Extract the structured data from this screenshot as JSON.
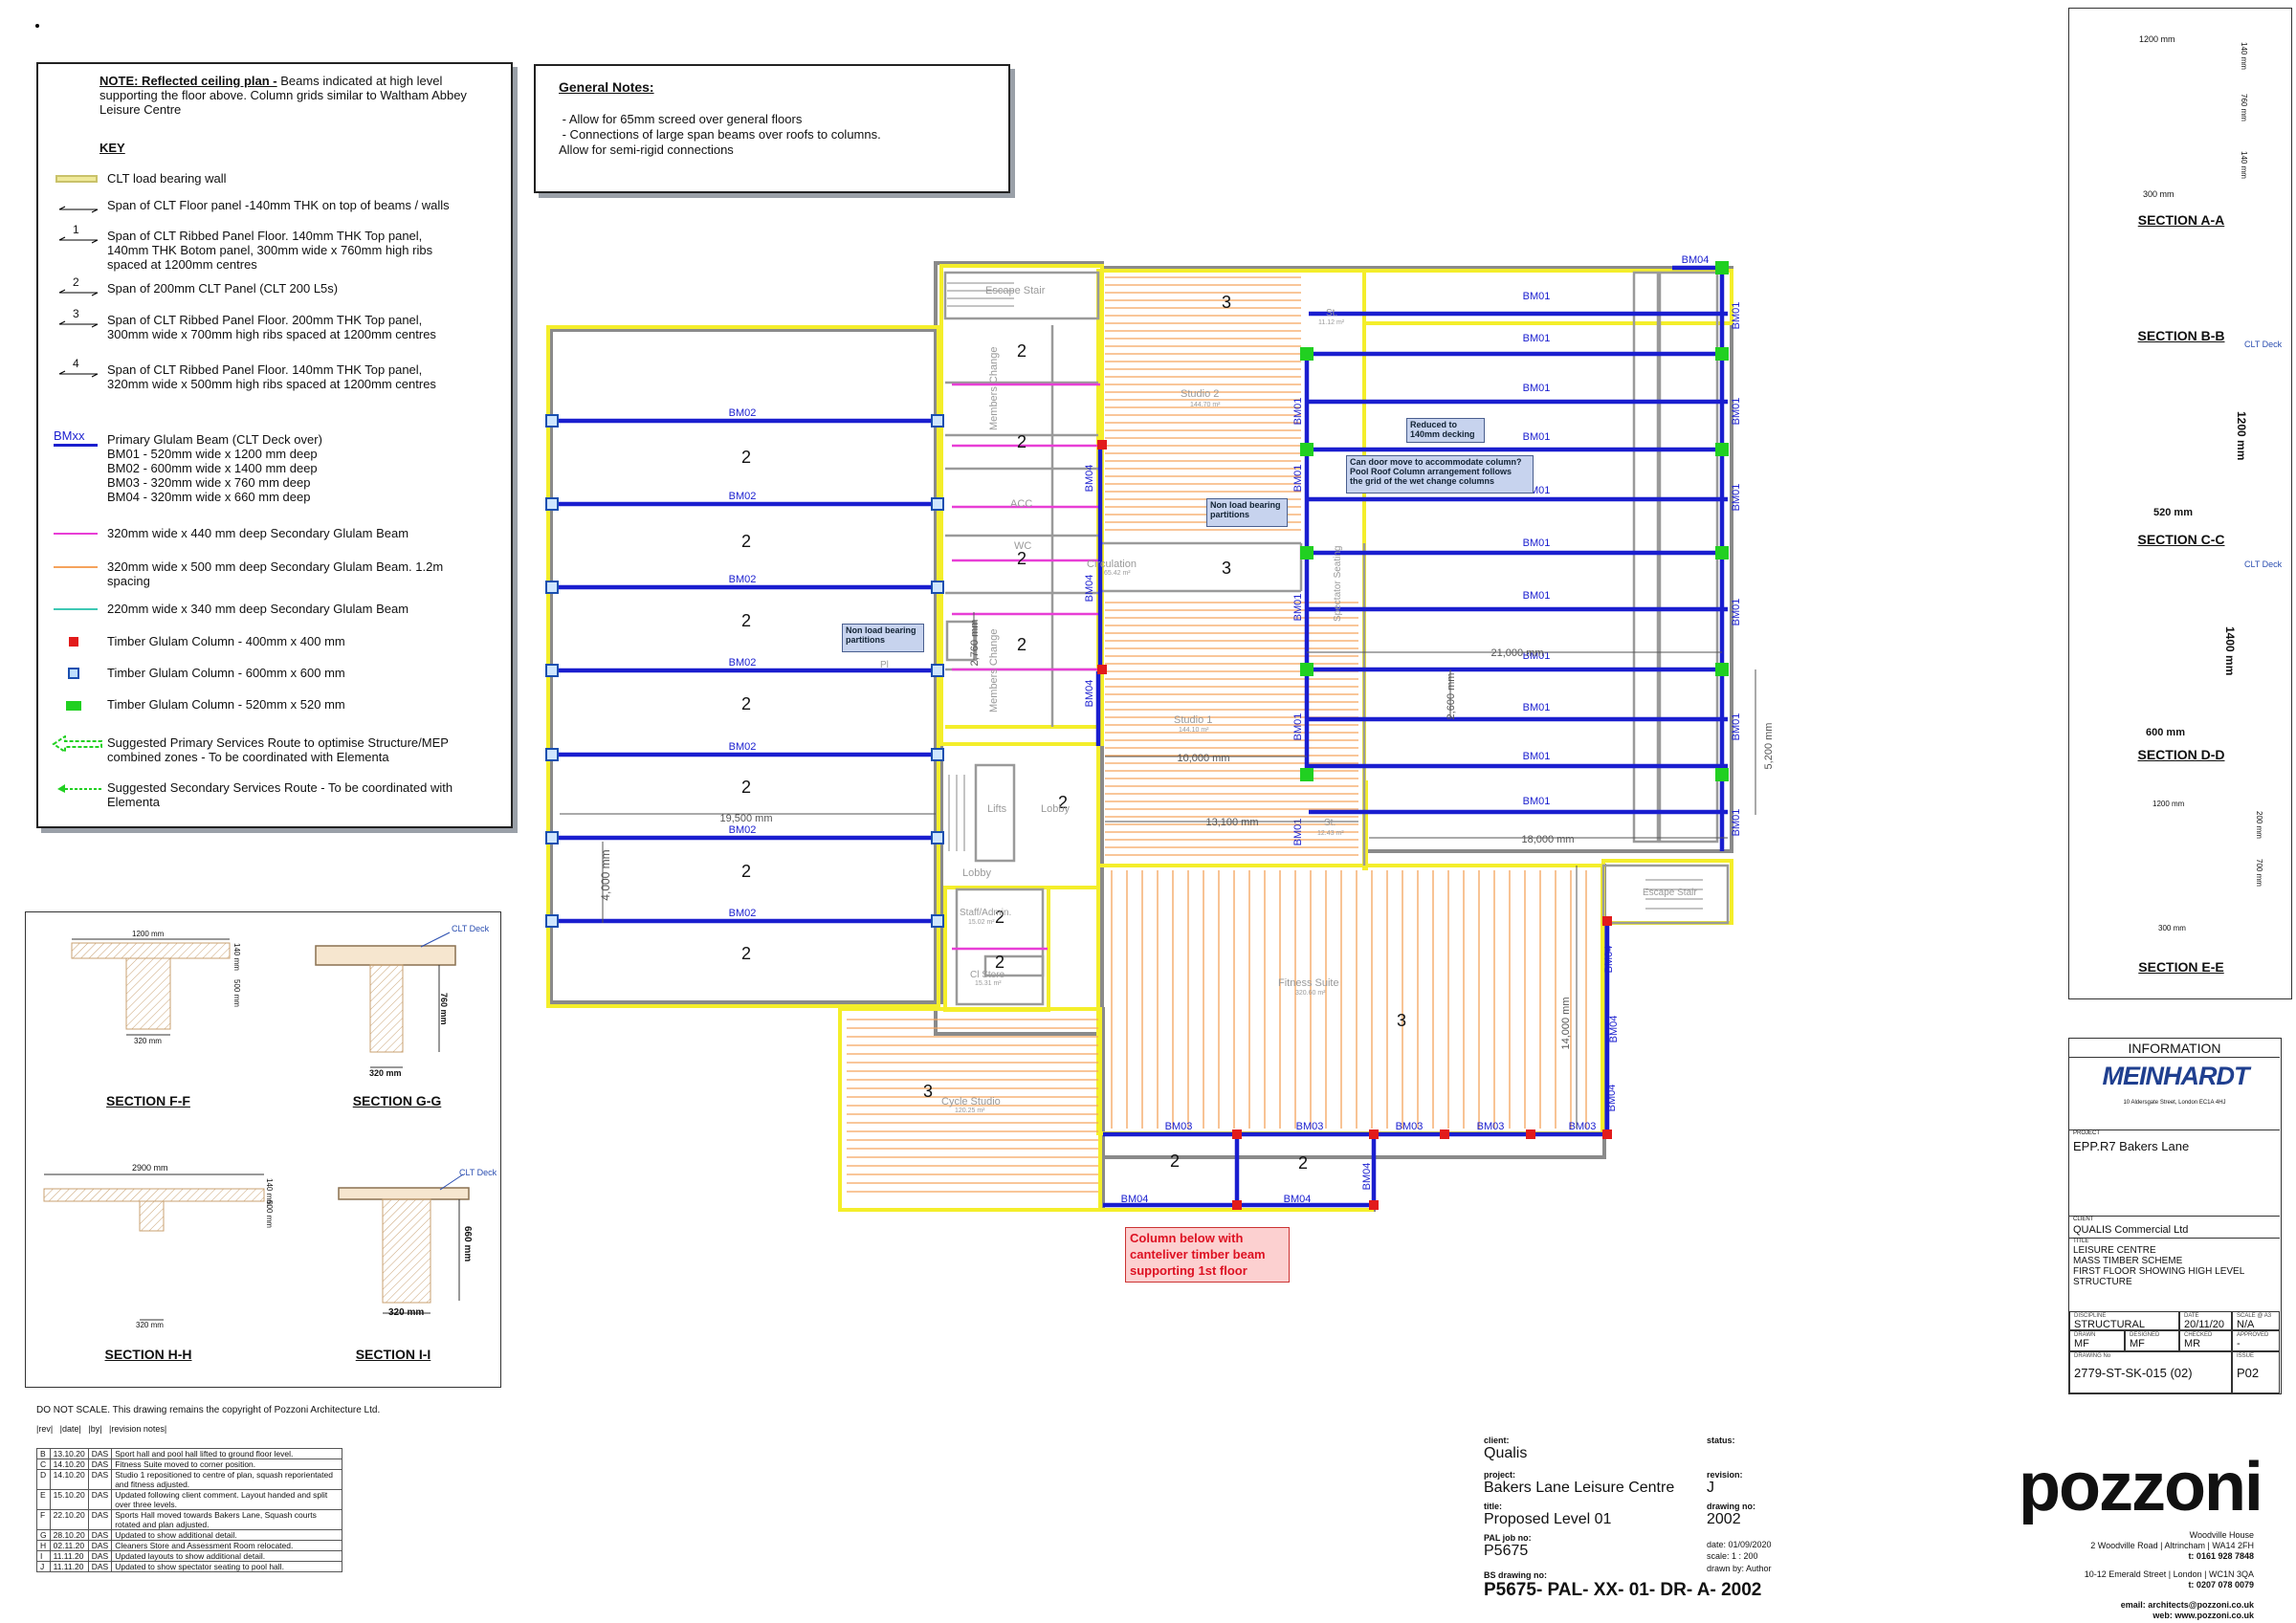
{
  "key": {
    "note_title": "NOTE: Reflected ceiling plan -",
    "note_text": " Beams indicated at high level supporting the floor above. Column grids similar to Waltham Abbey Leisure Centre",
    "heading": "KEY",
    "items": [
      {
        "symbol": "clt-wall",
        "text": "CLT load bearing wall"
      },
      {
        "symbol": "span-arrow",
        "text": "Span of CLT Floor panel -140mm THK on top of beams / walls"
      },
      {
        "symbol": "span-1",
        "label": "1",
        "text": "Span of CLT Ribbed Panel Floor. 140mm THK Top panel,\n140mm THK Botom panel, 300mm wide x 760mm high ribs\nspaced at 1200mm centres"
      },
      {
        "symbol": "span-2",
        "label": "2",
        "text": "Span of 200mm CLT Panel (CLT 200 L5s)"
      },
      {
        "symbol": "span-3",
        "label": "3",
        "text": "Span of CLT Ribbed Panel Floor. 200mm THK Top panel,\n300mm wide x 700mm high ribs spaced at 1200mm centres"
      },
      {
        "symbol": "span-4",
        "label": "4",
        "text": "Span of CLT Ribbed Panel Floor. 140mm THK Top panel,\n320mm wide x 500mm high ribs spaced at 1200mm centres"
      },
      {
        "symbol": "primary-beam",
        "label": "BMxx",
        "text": "Primary Glulam Beam (CLT Deck over)\n   BM01 - 520mm wide x 1200 mm deep\n   BM02 - 600mm wide x 1400 mm deep\n   BM03 - 320mm wide x 760 mm deep\n   BM04 - 320mm wide x 660 mm deep"
      },
      {
        "symbol": "magenta-beam",
        "text": "320mm wide x 440 mm deep Secondary Glulam Beam"
      },
      {
        "symbol": "orange-beam",
        "text": "320mm wide x 500 mm deep Secondary Glulam Beam. 1.2m\nspacing"
      },
      {
        "symbol": "teal-beam",
        "text": "220mm wide x 340 mm deep Secondary Glulam Beam"
      },
      {
        "symbol": "red-col",
        "text": "Timber Glulam Column - 400mm x 400 mm"
      },
      {
        "symbol": "blue-col",
        "text": "Timber Glulam Column - 600mm x 600 mm"
      },
      {
        "symbol": "green-col",
        "text": "Timber Glulam Column - 520mm x 520 mm"
      },
      {
        "symbol": "big-arrow",
        "text": "Suggested Primary Services Route to optimise Structure/MEP\ncombined zones - To be coordinated with Elementa"
      },
      {
        "symbol": "small-arrow",
        "text": "Suggested Secondary Services Route -  To be coordinated with\nElementa"
      }
    ]
  },
  "general_notes": {
    "title": "General Notes:",
    "lines": [
      " - Allow for 65mm screed over general floors",
      " - Connections of large span beams over roofs to columns.",
      "Allow for semi-rigid connections"
    ]
  },
  "plan": {
    "rooms": {
      "escape_stair_1": "Escape Stair",
      "studio2": "Studio 2",
      "studio2_area": "144.70 m²",
      "st1": "St.",
      "st1_area": "11.12 m²",
      "members_change_1": "Members Change",
      "acc": "ACC",
      "wc": "WC",
      "circulation": "Circulation",
      "circulation_area": "65.42 m²",
      "spectator_seating": "Spectator Seating",
      "members_change_2": "Members Change",
      "studio1": "Studio 1",
      "studio1_area": "144.10 m²",
      "st2": "St.",
      "st2_area": "12.43 m²",
      "lifts": "Lifts",
      "lobby1": "Lobby",
      "lobby2": "Lobby",
      "staff_admin": "Staff/Admin.",
      "staff_admin_area": "15.02 m²",
      "cl_store": "Cl Store",
      "cl_store_area": "15.31 m²",
      "escape_stair_2": "Escape Stair",
      "fitness_suite": "Fitness Suite",
      "fitness_area": "320.60 m²",
      "cycle_studio": "Cycle Studio",
      "cycle_area": "120.25 m²",
      "pl": "Pl"
    },
    "beams": {
      "bm01": "BM01",
      "bm02": "BM02",
      "bm03": "BM03",
      "bm04": "BM04"
    },
    "span_labels": {
      "two": "2",
      "three": "3"
    },
    "dimensions": {
      "d19500": "19,500 mm",
      "d4000": "4,000 mm",
      "d2760": "2,760 mm",
      "d10000": "10,000 mm",
      "d13100": "13,100 mm",
      "d21000": "21,000 mm",
      "d2600": "2,600 mm",
      "d5200": "5,200 mm",
      "d18000": "18,000 mm",
      "d14000": "14,000 mm"
    },
    "callouts": {
      "reduced": "Reduced to\n140mm decking",
      "door_move": "Can door move to accommodate column?\nPool Roof Column arrangement follows\nthe grid of the wet change columns",
      "non_load_1": "Non load bearing\npartitions",
      "non_load_2": "Non load bearing\npartitions",
      "column_below": "Column below with\ncanteliver timber beam\nsupporting 1st floor"
    }
  },
  "sections": {
    "a": {
      "title": "SECTION A-A",
      "w": "1200 mm",
      "h": "760 mm",
      "t1": "140 mm",
      "t2": "140 mm",
      "rib": "300 mm"
    },
    "b": {
      "title": "SECTION B-B"
    },
    "c": {
      "title": "SECTION C-C",
      "deck": "CLT Deck",
      "h": "1200 mm",
      "w": "520 mm"
    },
    "d": {
      "title": "SECTION D-D",
      "deck": "CLT Deck",
      "h": "1400 mm",
      "w": "600 mm"
    },
    "e": {
      "title": "SECTION E-E",
      "w": "1200 mm",
      "h": "700 mm",
      "t": "200 mm",
      "rib": "300 mm"
    },
    "f": {
      "title": "SECTION F-F",
      "w": "1200 mm",
      "h": "500 mm",
      "t": "140 mm",
      "rib": "320 mm"
    },
    "g": {
      "title": "SECTION G-G",
      "deck": "CLT Deck",
      "h": "760 mm",
      "w": "320 mm"
    },
    "h": {
      "title": "SECTION H-H",
      "w": "2900 mm",
      "t": "140 mm",
      "h2": "500 mm",
      "rib": "320 mm"
    },
    "i": {
      "title": "SECTION I-I",
      "deck": "CLT Deck",
      "h": "660 mm",
      "w": "320 mm"
    }
  },
  "info": {
    "heading": "INFORMATION",
    "logo": "MEINHARDT",
    "address": "10 Aldersgate Street, London EC1A 4HJ",
    "project_label": "PROJECT",
    "project": "EPP.R7 Bakers Lane",
    "client_label": "CLIENT",
    "client": "QUALIS Commercial Ltd",
    "title_label": "TITLE",
    "title": "LEISURE CENTRE\nMASS TIMBER SCHEME\nFIRST FLOOR SHOWING HIGH LEVEL\nSTRUCTURE",
    "discipline_label": "DISCIPLINE",
    "discipline": "STRUCTURAL",
    "date_label": "DATE",
    "date": "20/11/20",
    "scale_label": "SCALE @ A3",
    "scale": "N/A",
    "drawn_label": "DRAWN",
    "drawn": "MF",
    "designed_label": "DESIGNED",
    "designed": "MF",
    "checked_label": "CHECKED",
    "checked": "MR",
    "approved_label": "APPROVED",
    "approved": "-",
    "dwg_label": "DRAWING No",
    "dwg": "2779-ST-SK-015 (02)",
    "issue_label": "ISSUE",
    "issue": "P02"
  },
  "footer": {
    "disclaimer": "DO NOT SCALE. This drawing remains the copyright of Pozzoni Architecture Ltd.",
    "rev_header": "|rev|   |date|   |by|   |revision notes|",
    "revisions": [
      [
        "B",
        "13.10.20",
        "DAS",
        "Sport hall and pool hall lifted to ground floor level."
      ],
      [
        "C",
        "14.10.20",
        "DAS",
        "Fitness Suite moved to corner position."
      ],
      [
        "D",
        "14.10.20",
        "DAS",
        "Studio 1 repositioned to centre of plan, squash reporientated and fitness adjusted."
      ],
      [
        "E",
        "15.10.20",
        "DAS",
        "Updated following client comment. Layout handed and split over three levels."
      ],
      [
        "F",
        "22.10.20",
        "DAS",
        "Sports Hall moved towards Bakers Lane, Squash courts rotated and plan adjusted."
      ],
      [
        "G",
        "28.10.20",
        "DAS",
        "Updated to show additional detail."
      ],
      [
        "H",
        "02.11.20",
        "DAS",
        "Cleaners Store and Assessment Room relocated."
      ],
      [
        "I",
        "11.11.20",
        "DAS",
        "Updated layouts to show additional detail."
      ],
      [
        "J",
        "11.11.20",
        "DAS",
        "Updated to show spectator seating to pool hall."
      ]
    ],
    "client_label": "client:",
    "client": "Qualis",
    "project_label": "project:",
    "project": "Bakers Lane Leisure Centre",
    "title_label": "title:",
    "title": "Proposed Level 01",
    "pal_label": "PAL job no:",
    "pal": "P5675",
    "bs_label": "BS drawing no:",
    "bs": "P5675- PAL- XX- 01- DR- A- 2002",
    "status_label": "status:",
    "revision_label": "revision:",
    "revision": "J",
    "drawing_label": "drawing no:",
    "drawing": "2002",
    "date_line": "date:  01/09/2020",
    "scale_line": "scale: 1 : 200",
    "drawn_line": "drawn by:  Author",
    "pozzoni": "pozzoni",
    "address1": "Woodville House",
    "address2": "2 Woodville Road | Altrincham | WA14 2FH",
    "tel1": "t: 0161 928 7848",
    "address3": "10-12 Emerald Street | London | WC1N 3QA",
    "tel2": "t: 0207 078 0079",
    "email": "email: architects@pozzoni.co.uk",
    "web": "web: www.pozzoni.co.uk"
  }
}
